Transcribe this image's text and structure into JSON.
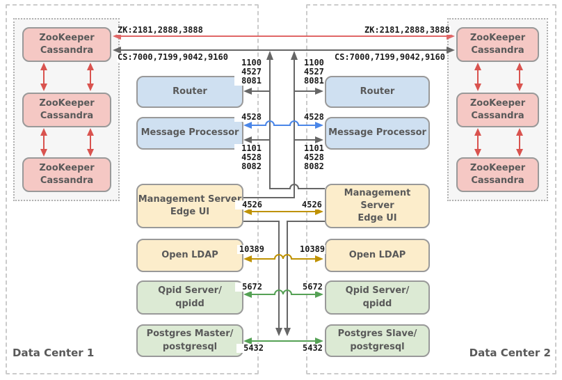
{
  "data_center_1": {
    "label": "Data Center 1",
    "cluster_nodes": [
      {
        "line1": "ZooKeeper",
        "line2": "Cassandra"
      },
      {
        "line1": "ZooKeeper",
        "line2": "Cassandra"
      },
      {
        "line1": "ZooKeeper",
        "line2": "Cassandra"
      }
    ],
    "components": [
      {
        "id": "router",
        "line1": "Router",
        "line2": ""
      },
      {
        "id": "message-processor",
        "line1": "Message Processor",
        "line2": ""
      },
      {
        "id": "management-server",
        "line1": "Management Server",
        "line2": "Edge UI"
      },
      {
        "id": "open-ldap",
        "line1": "Open LDAP",
        "line2": ""
      },
      {
        "id": "qpid-server",
        "line1": "Qpid Server/",
        "line2": "qpidd"
      },
      {
        "id": "postgres",
        "line1": "Postgres Master/",
        "line2": "postgresql"
      }
    ]
  },
  "data_center_2": {
    "label": "Data Center 2",
    "cluster_nodes": [
      {
        "line1": "ZooKeeper",
        "line2": "Cassandra"
      },
      {
        "line1": "ZooKeeper",
        "line2": "Cassandra"
      },
      {
        "line1": "ZooKeeper",
        "line2": "Cassandra"
      }
    ],
    "components": [
      {
        "id": "router",
        "line1": "Router",
        "line2": ""
      },
      {
        "id": "message-processor",
        "line1": "Message Processor",
        "line2": ""
      },
      {
        "id": "management-server",
        "line1": "Management Server",
        "line2": "Edge UI"
      },
      {
        "id": "open-ldap",
        "line1": "Open LDAP",
        "line2": ""
      },
      {
        "id": "qpid-server",
        "line1": "Qpid Server/",
        "line2": "qpidd"
      },
      {
        "id": "postgres",
        "line1": "Postgres Slave/",
        "line2": "postgresql"
      }
    ]
  },
  "links": {
    "zk_ports": "ZK:2181,2888,3888",
    "cs_ports": "CS:7000,7199,9042,9160",
    "router_ports": "1100\n4527\n8081",
    "mp_blue_port": "4528",
    "mp_gray_ports": "1101\n4528\n8082",
    "ms_port": "4526",
    "ldap_port": "10389",
    "qpid_port": "5672",
    "pg_port": "5432"
  },
  "colors": {
    "zk_link": "#e06666",
    "cluster_arrow": "#d9534f",
    "gray_link": "#666666",
    "blue_link": "#4a86e8",
    "gold_link": "#bf9202",
    "green_link": "#55a155",
    "node_pink": "#f5c8c4",
    "node_blue": "#cfe0f1",
    "node_yellow": "#fcedcb",
    "node_green": "#dcead4"
  }
}
